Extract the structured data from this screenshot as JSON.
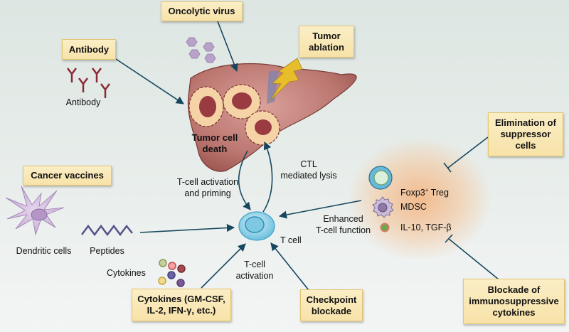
{
  "boxes": {
    "oncolytic_virus": "Oncolytic virus",
    "antibody": "Antibody",
    "tumor_ablation": "Tumor\nablation",
    "elimination_suppressor": "Elimination of\nsuppressor\ncells",
    "cancer_vaccines": "Cancer vaccines",
    "cytokines_box": "Cytokines (GM-CSF,\nIL-2, IFN-γ, etc.)",
    "checkpoint_blockade": "Checkpoint\nblockade",
    "blockade_cytokines": "Blockade of\nimmunosuppressive\ncytokines"
  },
  "labels": {
    "antibody_caption": "Antibody",
    "tumor_cell_death": "Tumor cell\ndeath",
    "ctl_lysis": "CTL\nmediated lysis",
    "tcell_activation_priming": "T-cell activation\nand priming",
    "dendritic_cells": "Dendritic cells",
    "peptides": "Peptides",
    "t_cell": "T cell",
    "enhanced_function": "Enhanced\nT-cell function",
    "tcell_activation": "T-cell\nactivation",
    "cytokines_caption": "Cytokines",
    "foxp3_treg_main": "Foxp3",
    "foxp3_sup": "+",
    "foxp3_treg_tail": " Treg",
    "mdsc": "MDSC",
    "il10_tgf": "IL-10, TGF-β"
  },
  "colors": {
    "arrow": "#17475f",
    "liver": "#b9716a",
    "tumor_ring": "#f6d3a6",
    "tumor_core": "#9a3b42",
    "box_fill": "#f7e2a8",
    "tcell": "#7fcbe5",
    "antibody": "#8b2a36",
    "virus": "#b9a2c9",
    "lightning": "#e7bd2a"
  },
  "icons": [
    "antibody-icon",
    "virus-particle-icon",
    "liver-icon",
    "tumor-cell-icon",
    "lightning-icon",
    "t-cell-icon",
    "dendritic-cell-icon",
    "peptide-icon",
    "cytokine-dot-icon",
    "treg-cell-icon",
    "mdsc-cell-icon",
    "il10-tgf-dot-icon"
  ]
}
